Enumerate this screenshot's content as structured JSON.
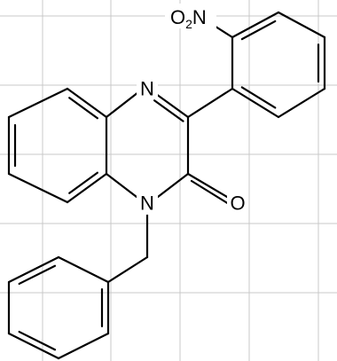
{
  "molecule": {
    "atoms": {
      "n_top": "N",
      "n_bottom": "N",
      "o_carbonyl": "O",
      "nitro_o": "O",
      "nitro_sub": "2",
      "nitro_n": "N"
    }
  },
  "colors": {
    "background": "#ffffff",
    "grid": "#c8c8c8",
    "bond": "#000000"
  }
}
